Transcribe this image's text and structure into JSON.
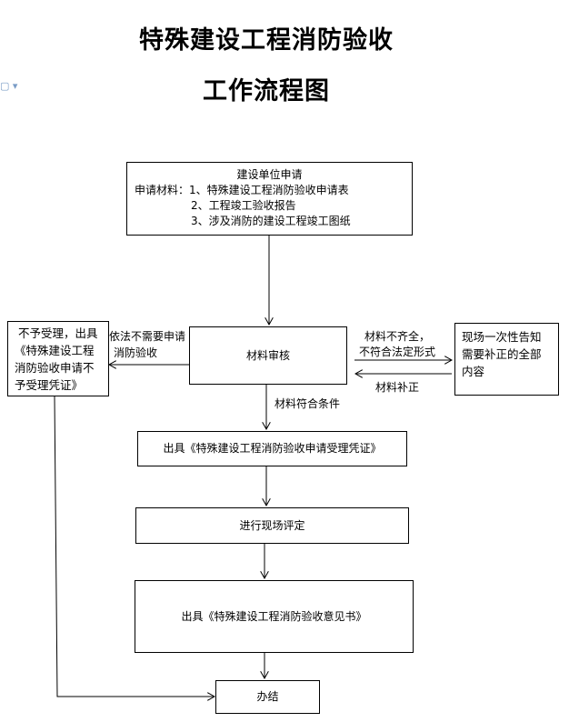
{
  "title_line1": "特殊建设工程消防验收",
  "title_line2": "工作流程图",
  "apply_box": {
    "heading": "建设单位申请",
    "line1": "申请材料：1、特殊建设工程消防验收申请表",
    "line2": "2、工程竣工验收报告",
    "line3": "3、涉及消防的建设工程竣工图纸"
  },
  "review_box": "材料审核",
  "reject_box": {
    "line1": "不予受理，出具",
    "line2": "《特殊建设工程",
    "line3": "消防验收申请不",
    "line4": "予受理凭证》"
  },
  "notify_box": {
    "line1": "现场一次性告知",
    "line2": "需要补正的全部",
    "line3": "内容"
  },
  "accept_box": "出具《特殊建设工程消防验收申请受理凭证》",
  "inspect_box": "进行现场评定",
  "opinion_box": "出具《特殊建设工程消防验收意见书》",
  "finish_box": "办结",
  "labels": {
    "no_need_1": "依法不需要申请",
    "no_need_2": "消防验收",
    "incomplete_1": "材料不齐全，",
    "incomplete_2": "不符合法定形式",
    "supplement": "材料补正",
    "qualified": "材料符合条件"
  }
}
